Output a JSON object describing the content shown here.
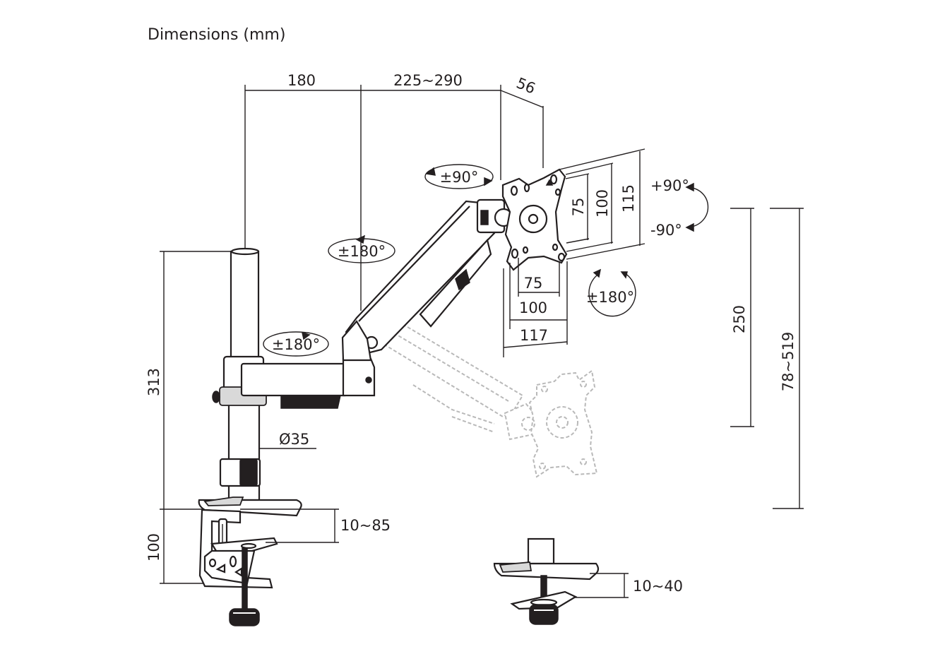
{
  "title": "Dimensions (mm)",
  "labels": {
    "arm_reach_1": "180",
    "arm_reach_2": "225~290",
    "vesa_depth": "56",
    "vesa_75_v": "75",
    "vesa_100_v": "100",
    "vesa_115_v": "115",
    "vesa_75_h": "75",
    "vesa_100_h": "100",
    "vesa_117_h": "117",
    "rotate_plus": "+90°",
    "rotate_minus": "-90°",
    "swivel_head": "±90°",
    "tilt_arm": "±180°",
    "rotate_screen": "±180°",
    "swivel_base": "±180°",
    "pole_height": "313",
    "pole_diameter": "Ø35",
    "clamp_height": "100",
    "clamp_range": "10~85",
    "height_adjust": "250",
    "height_range": "78~519",
    "grommet_range": "10~40"
  }
}
